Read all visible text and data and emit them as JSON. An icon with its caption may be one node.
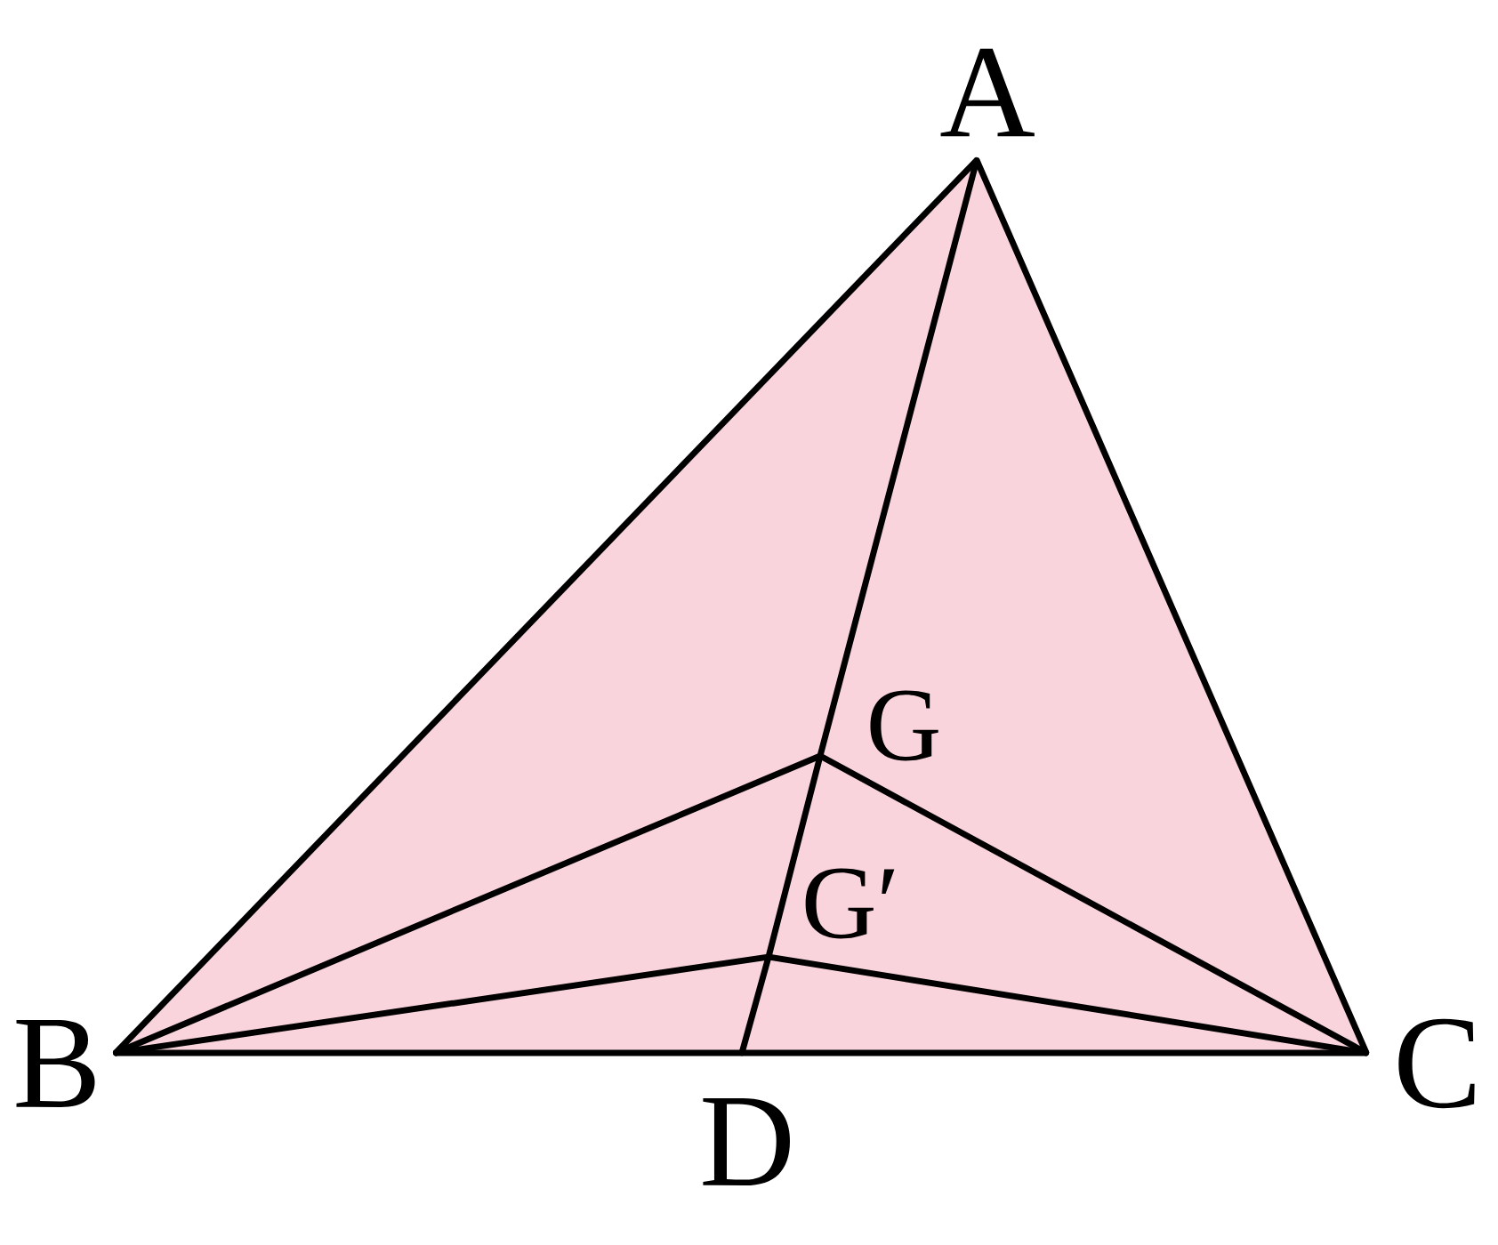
{
  "diagram": {
    "nodes": [
      {
        "text": [
          "A"
        ]
      },
      {
        "text": [
          "B"
        ]
      },
      {
        "text": [
          "C"
        ]
      },
      {
        "text": [
          "D"
        ]
      },
      {
        "text": [
          "G"
        ]
      },
      {
        "text": [
          "G′"
        ]
      }
    ],
    "edges": [
      {
        "from": 0,
        "to": 1,
        "arrow": "none"
      },
      {
        "from": 0,
        "to": 2,
        "arrow": "none"
      },
      {
        "from": 1,
        "to": 3,
        "arrow": "none"
      },
      {
        "from": 3,
        "to": 2,
        "arrow": "none"
      },
      {
        "from": 0,
        "to": 4,
        "arrow": "none"
      },
      {
        "from": 4,
        "to": 5,
        "arrow": "none"
      },
      {
        "from": 5,
        "to": 3,
        "arrow": "none"
      },
      {
        "from": 1,
        "to": 4,
        "arrow": "none"
      },
      {
        "from": 4,
        "to": 2,
        "arrow": "none"
      },
      {
        "from": 1,
        "to": 5,
        "arrow": "none"
      },
      {
        "from": 5,
        "to": 2,
        "arrow": "none"
      }
    ]
  }
}
